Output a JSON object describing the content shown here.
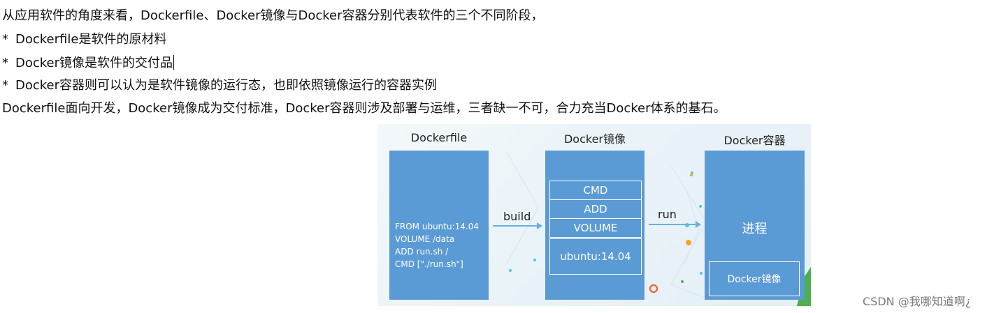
{
  "article": {
    "intro": "从应用软件的角度来看，Dockerfile、Docker镜像与Docker容器分别代表软件的三个不同阶段，",
    "bullet_marker": "*",
    "bullets": [
      "Dockerfile是软件的原材料",
      "Docker镜像是软件的交付品",
      "Docker容器则可以认为是软件镜像的运行态，也即依照镜像运行的容器实例"
    ],
    "summary": "Dockerfile面向开发，Docker镜像成为交付标准，Docker容器则涉及部署与运维，三者缺一不可，合力充当Docker体系的基石。"
  },
  "diagram": {
    "dockerfile": {
      "title": "Dockerfile",
      "code": "FROM ubuntu:14.04\nVOLUME /data\nADD run.sh /\nCMD [\"./run.sh\"]"
    },
    "build_label": "build",
    "image": {
      "title": "Docker镜像",
      "layers": [
        "CMD",
        "ADD",
        "VOLUME",
        "ubuntu:14.04"
      ]
    },
    "run_label": "run",
    "container": {
      "title": "Docker容器",
      "process_label": "进程",
      "inner_label": "Docker镜像"
    },
    "colors": {
      "panel": "#5b9bd5",
      "arrow": "#6aaee0",
      "background": "#eef5f9"
    }
  },
  "watermark": "CSDN @我哪知道啊¿"
}
